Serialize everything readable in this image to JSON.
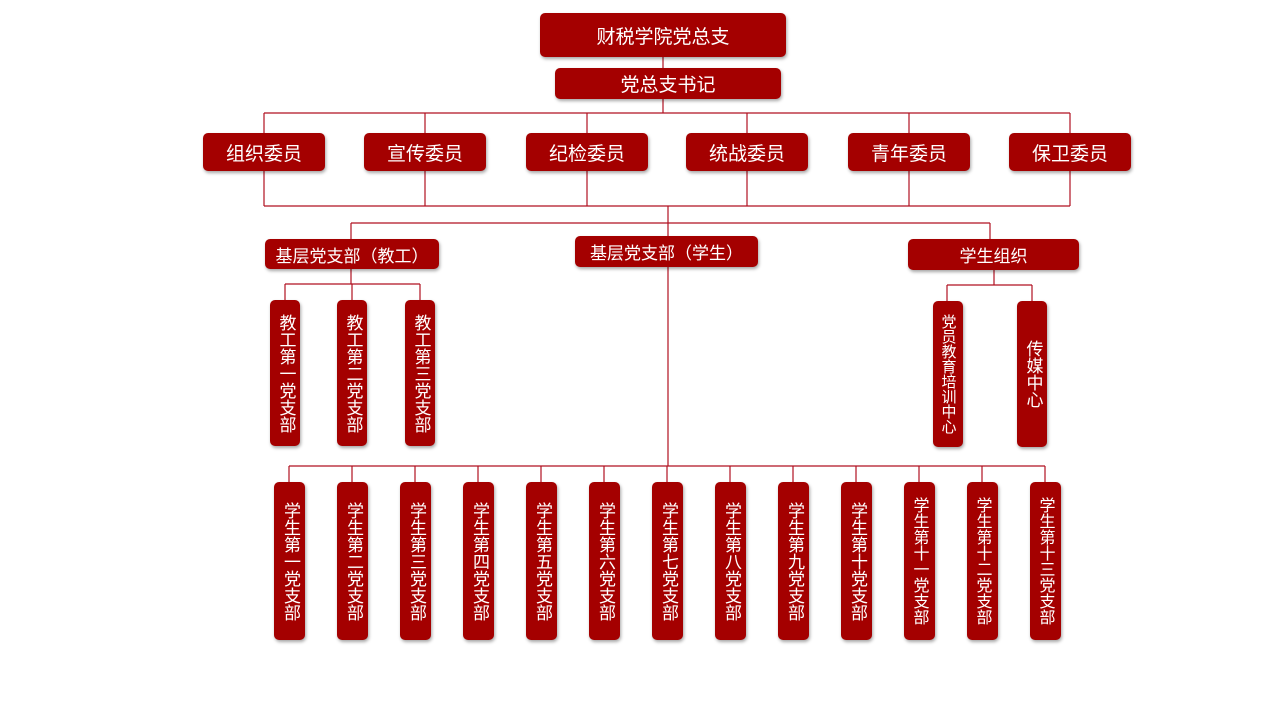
{
  "root": {
    "label": "财税学院党总支"
  },
  "secretary": {
    "label": "党总支书记"
  },
  "committees": [
    {
      "label": "组织委员"
    },
    {
      "label": "宣传委员"
    },
    {
      "label": "纪检委员"
    },
    {
      "label": "统战委员"
    },
    {
      "label": "青年委员"
    },
    {
      "label": "保卫委员"
    }
  ],
  "branches": {
    "teacher": {
      "label": "基层党支部（教工）",
      "children": [
        {
          "label": "教工第一党支部"
        },
        {
          "label": "教工第二党支部"
        },
        {
          "label": "教工第三党支部"
        }
      ]
    },
    "student": {
      "label": "基层党支部（学生）",
      "children": [
        {
          "label": "学生第一党支部"
        },
        {
          "label": "学生第二党支部"
        },
        {
          "label": "学生第三党支部"
        },
        {
          "label": "学生第四党支部"
        },
        {
          "label": "学生第五党支部"
        },
        {
          "label": "学生第六党支部"
        },
        {
          "label": "学生第七党支部"
        },
        {
          "label": "学生第八党支部"
        },
        {
          "label": "学生第九党支部"
        },
        {
          "label": "学生第十党支部"
        },
        {
          "label": "学生第十一党支部"
        },
        {
          "label": "学生第十二党支部"
        },
        {
          "label": "学生第十三党支部"
        }
      ]
    },
    "org": {
      "label": "学生组织",
      "children": [
        {
          "label": "党员教育培训中心"
        },
        {
          "label": "传媒中心"
        }
      ]
    }
  },
  "colors": {
    "box": "#a40000",
    "line": "#b01020",
    "text": "#ffffff"
  }
}
